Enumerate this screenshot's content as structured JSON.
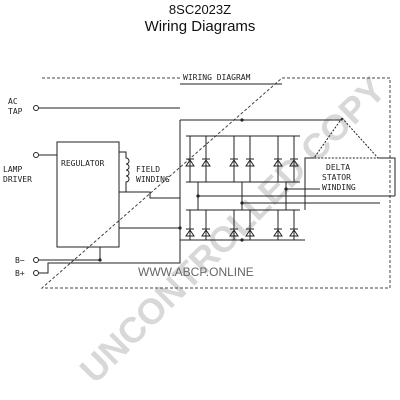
{
  "header": {
    "part_number": "8SC2023Z",
    "subtitle": "Wiring Diagrams"
  },
  "diagram": {
    "frame_title": "WIRING DIAGRAM",
    "labels": {
      "ac": "AC",
      "tap": "TAP",
      "lamp": "LAMP",
      "driver": "DRIVER",
      "regulator": "REGULATOR",
      "field": "FIELD",
      "winding": "WINDING",
      "delta": "DELTA",
      "stator": "STATOR",
      "stator_winding": "WINDING",
      "b_minus": "B−",
      "b_plus": "B+"
    }
  },
  "watermark": {
    "text": "UNCONTROLLED COPY",
    "url": "WWW.ABCP.ONLINE"
  }
}
